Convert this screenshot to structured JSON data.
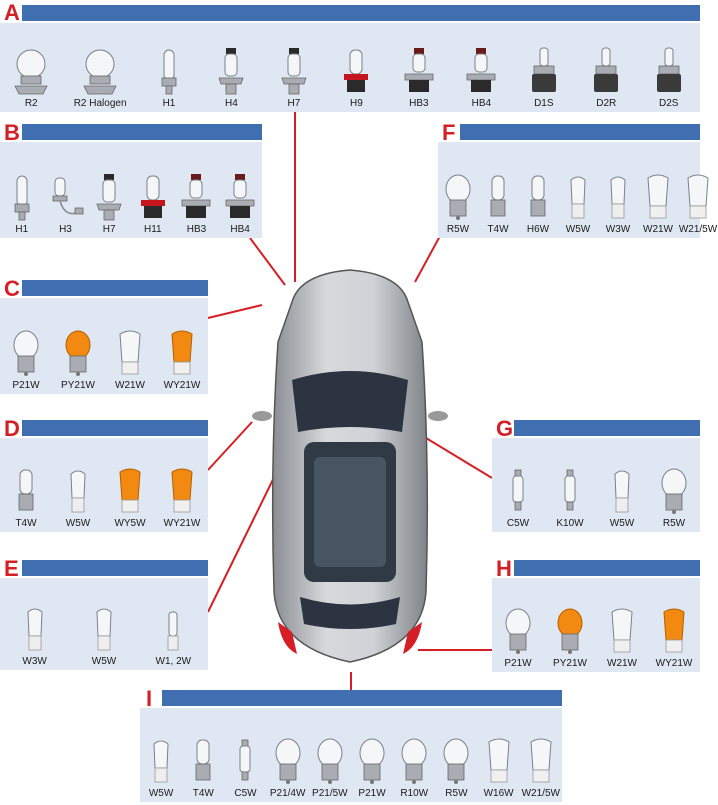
{
  "colors": {
    "panel_bar": "#3f6fb0",
    "panel_body": "#dfe7f3",
    "letter": "#d51f26",
    "line": "#d51f26",
    "amber": "#f28a12"
  },
  "panels": [
    {
      "id": "A",
      "letter": "A",
      "bulbs": [
        {
          "label": "R2",
          "shape": "ball"
        },
        {
          "label": "R2 Halogen",
          "shape": "ball"
        },
        {
          "label": "H1",
          "shape": "capsule"
        },
        {
          "label": "H4",
          "shape": "halogen"
        },
        {
          "label": "H7",
          "shape": "halogen"
        },
        {
          "label": "H9",
          "shape": "h-red"
        },
        {
          "label": "HB3",
          "shape": "hb"
        },
        {
          "label": "HB4",
          "shape": "hb"
        },
        {
          "label": "D1S",
          "shape": "xenon"
        },
        {
          "label": "D2R",
          "shape": "xenon"
        },
        {
          "label": "D2S",
          "shape": "xenon"
        }
      ]
    },
    {
      "id": "B",
      "letter": "B",
      "bulbs": [
        {
          "label": "H1",
          "shape": "capsule"
        },
        {
          "label": "H3",
          "shape": "h3"
        },
        {
          "label": "H7",
          "shape": "halogen"
        },
        {
          "label": "H11",
          "shape": "h-red"
        },
        {
          "label": "HB3",
          "shape": "hb"
        },
        {
          "label": "HB4",
          "shape": "hb"
        }
      ]
    },
    {
      "id": "C",
      "letter": "C",
      "bulbs": [
        {
          "label": "P21W",
          "shape": "bayonet"
        },
        {
          "label": "PY21W",
          "shape": "bayonet-amber"
        },
        {
          "label": "W21W",
          "shape": "wedge"
        },
        {
          "label": "WY21W",
          "shape": "wedge-amber"
        }
      ]
    },
    {
      "id": "D",
      "letter": "D",
      "bulbs": [
        {
          "label": "T4W",
          "shape": "small-bayonet"
        },
        {
          "label": "W5W",
          "shape": "wedge-small"
        },
        {
          "label": "WY5W",
          "shape": "wedge-amber"
        },
        {
          "label": "WY21W",
          "shape": "wedge-amber"
        }
      ]
    },
    {
      "id": "E",
      "letter": "E",
      "bulbs": [
        {
          "label": "W3W",
          "shape": "wedge-small"
        },
        {
          "label": "W5W",
          "shape": "wedge-small"
        },
        {
          "label": "W1, 2W",
          "shape": "mini-wedge"
        }
      ]
    },
    {
      "id": "F",
      "letter": "F",
      "bulbs": [
        {
          "label": "R5W",
          "shape": "bayonet"
        },
        {
          "label": "T4W",
          "shape": "small-bayonet"
        },
        {
          "label": "H6W",
          "shape": "small-bayonet"
        },
        {
          "label": "W5W",
          "shape": "wedge-small"
        },
        {
          "label": "W3W",
          "shape": "wedge-small"
        },
        {
          "label": "W21W",
          "shape": "wedge"
        },
        {
          "label": "W21/5W",
          "shape": "wedge"
        }
      ]
    },
    {
      "id": "G",
      "letter": "G",
      "bulbs": [
        {
          "label": "C5W",
          "shape": "festoon"
        },
        {
          "label": "K10W",
          "shape": "festoon"
        },
        {
          "label": "W5W",
          "shape": "wedge-small"
        },
        {
          "label": "R5W",
          "shape": "bayonet"
        }
      ]
    },
    {
      "id": "H",
      "letter": "H",
      "bulbs": [
        {
          "label": "P21W",
          "shape": "bayonet"
        },
        {
          "label": "PY21W",
          "shape": "bayonet-amber"
        },
        {
          "label": "W21W",
          "shape": "wedge"
        },
        {
          "label": "WY21W",
          "shape": "wedge-amber"
        }
      ]
    },
    {
      "id": "I",
      "letter": "I",
      "bulbs": [
        {
          "label": "W5W",
          "shape": "wedge-small"
        },
        {
          "label": "T4W",
          "shape": "small-bayonet"
        },
        {
          "label": "C5W",
          "shape": "festoon"
        },
        {
          "label": "P21/4W",
          "shape": "bayonet"
        },
        {
          "label": "P21/5W",
          "shape": "bayonet"
        },
        {
          "label": "P21W",
          "shape": "bayonet"
        },
        {
          "label": "R10W",
          "shape": "bayonet"
        },
        {
          "label": "R5W",
          "shape": "bayonet"
        },
        {
          "label": "W16W",
          "shape": "wedge"
        },
        {
          "label": "W21/5W",
          "shape": "wedge"
        }
      ]
    }
  ]
}
